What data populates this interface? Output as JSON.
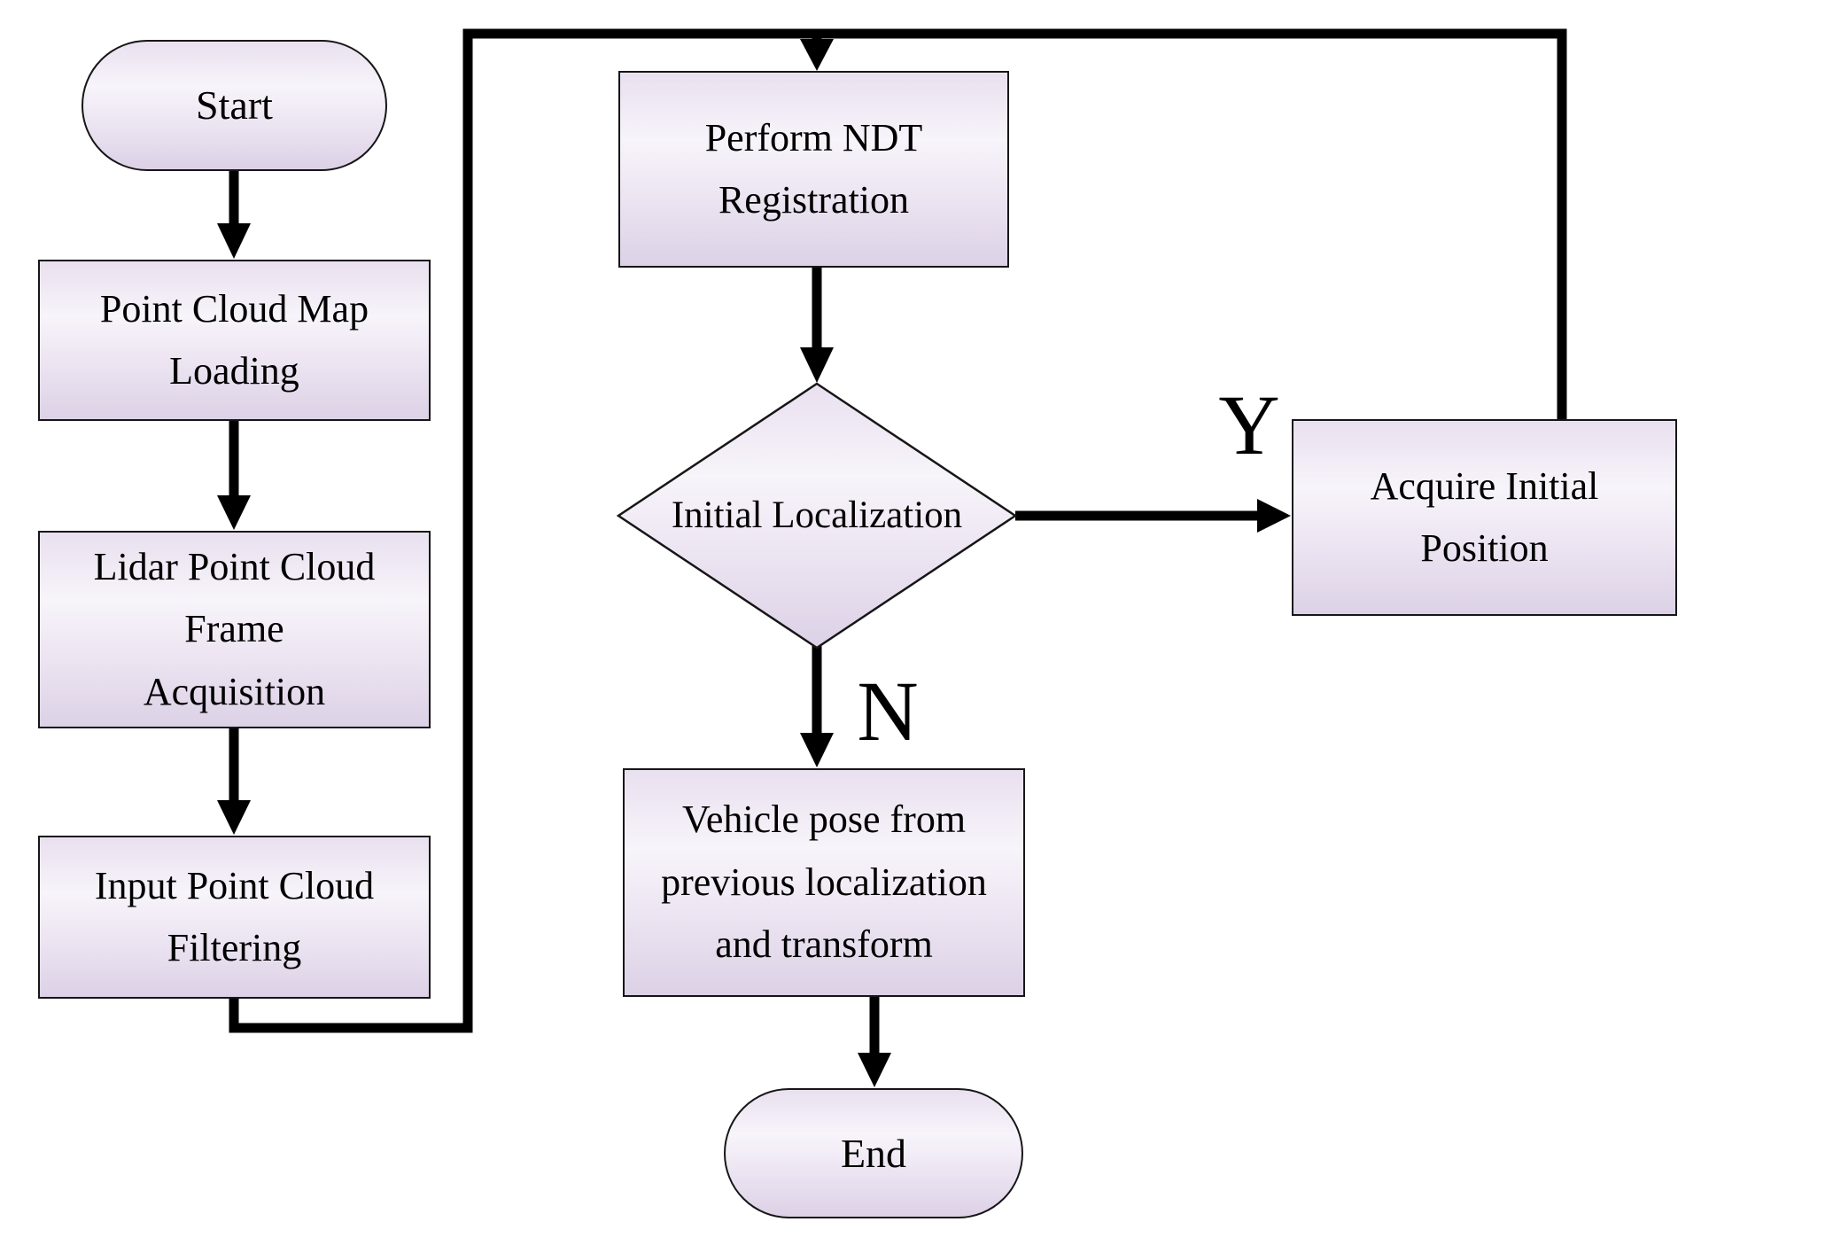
{
  "flowchart": {
    "nodes": {
      "start": "Start",
      "map_loading": "Point Cloud Map\nLoading",
      "lidar_frame": "Lidar Point Cloud\nFrame\nAcquisition",
      "filtering": "Input Point Cloud\nFiltering",
      "ndt": "Perform NDT\nRegistration",
      "initial_localization": "Initial Localization",
      "acquire_position": "Acquire Initial\nPosition",
      "vehicle_pose": "Vehicle pose from\nprevious localization\nand transform",
      "end": "End"
    },
    "branch_labels": {
      "yes": "Y",
      "no": "N"
    },
    "colors": {
      "node_fill_top": "#e9e0ef",
      "node_fill_mid": "#f7f4fa",
      "node_fill_bottom": "#dcd1e6",
      "node_border": "#161616",
      "connector": "#000000",
      "text": "#000000",
      "background": "#ffffff"
    }
  }
}
